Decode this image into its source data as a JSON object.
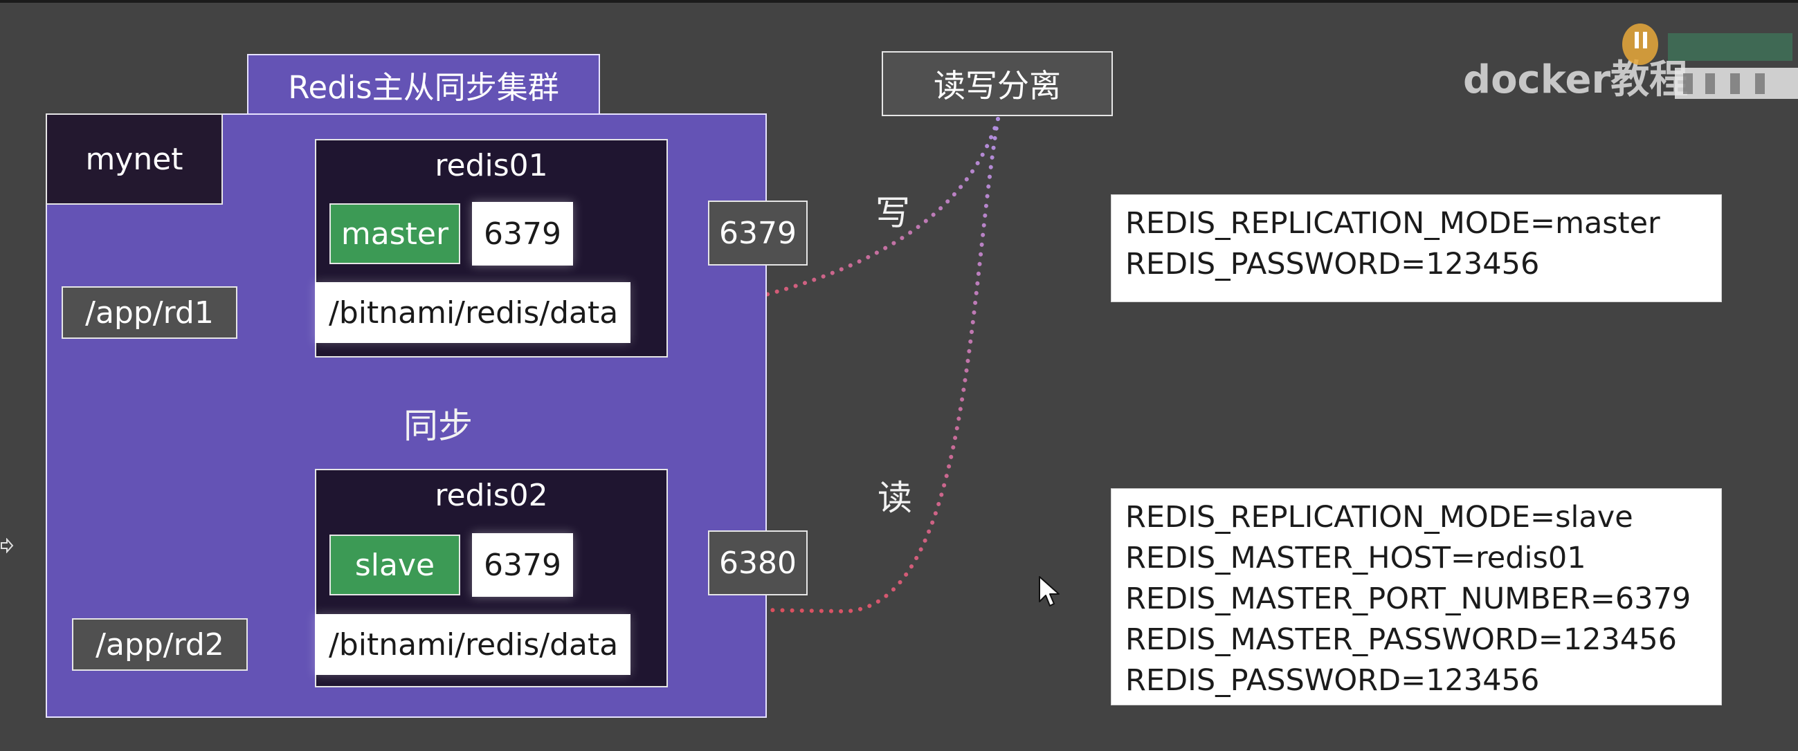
{
  "cluster": {
    "title": "Redis主从同步集群",
    "network": "mynet",
    "sync_label": "同步"
  },
  "separation": {
    "title": "读写分离",
    "write_label": "写",
    "read_label": "读"
  },
  "nodes": [
    {
      "name": "redis01",
      "role": "master",
      "container_port": "6379",
      "host_port": "6379",
      "container_path": "/bitnami/redis/data",
      "host_path": "/app/rd1"
    },
    {
      "name": "redis02",
      "role": "slave",
      "container_port": "6379",
      "host_port": "6380",
      "container_path": "/bitnami/redis/data",
      "host_path": "/app/rd2"
    }
  ],
  "env_master": [
    "REDIS_REPLICATION_MODE=master",
    "REDIS_PASSWORD=123456"
  ],
  "env_slave": [
    "REDIS_REPLICATION_MODE=slave",
    "REDIS_MASTER_HOST=redis01",
    "REDIS_MASTER_PORT_NUMBER=6379",
    "REDIS_MASTER_PASSWORD=123456",
    "REDIS_PASSWORD=123456"
  ],
  "watermark": {
    "text": "docker教程"
  },
  "colors": {
    "background": "#434343",
    "network": "#6453b5",
    "container": "#1f1530",
    "role": "#3c9a55",
    "arrow_purple": "#b08fe0",
    "arrow_red": "#e0484f"
  }
}
